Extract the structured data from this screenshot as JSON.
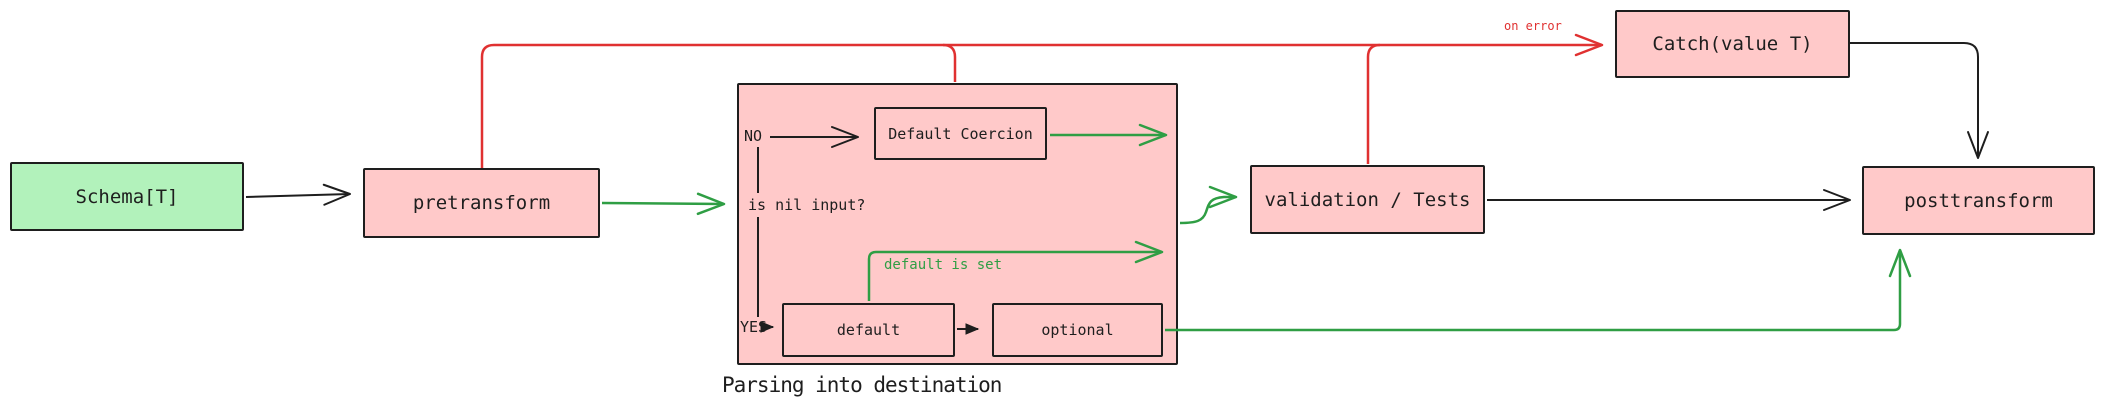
{
  "diagram": {
    "title": "Parsing into destination",
    "nodes": {
      "schema": {
        "label": "Schema[T]"
      },
      "pretransform": {
        "label": "pretransform"
      },
      "default_coercion": {
        "label": "Default Coercion"
      },
      "default": {
        "label": "default"
      },
      "optional": {
        "label": "optional"
      },
      "validation": {
        "label": "validation / Tests"
      },
      "catch": {
        "label": "Catch(value T)"
      },
      "posttransform": {
        "label": "posttransform"
      }
    },
    "labels": {
      "no": "NO",
      "yes": "YES",
      "is_nil_input": "is nil input?",
      "default_is_set": "default is set",
      "on_error": "on error"
    },
    "colors": {
      "schema_fill": "#b2f2bb",
      "node_fill": "#ffc9c9",
      "stroke": "#1e1e1e",
      "error_red": "#e03131",
      "success_green": "#2f9e44",
      "background": "#ffffff"
    }
  }
}
